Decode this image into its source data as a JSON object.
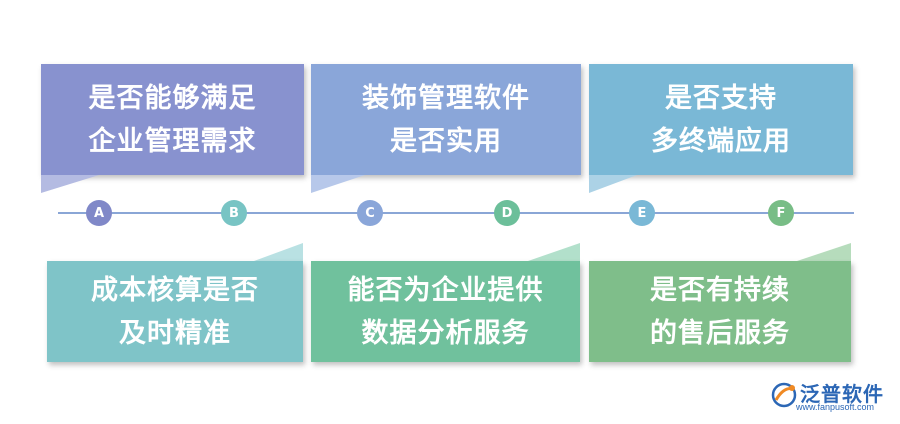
{
  "colors": {
    "purple": "#8892cf",
    "blue": "#8aa6d9",
    "sky": "#7ab8d6",
    "teal": "#7fc4c8",
    "green": "#70c19d",
    "leaf": "#7fbe8a",
    "timeline": "#8aa6d6"
  },
  "top_boxes": [
    {
      "line1": "是否能够满足",
      "line2": "企业管理需求"
    },
    {
      "line1": "装饰管理软件",
      "line2": "是否实用"
    },
    {
      "line1": "是否支持",
      "line2": "多终端应用"
    }
  ],
  "bottom_boxes": [
    {
      "line1": "成本核算是否",
      "line2": "及时精准"
    },
    {
      "line1": "能否为企业提供",
      "line2": "数据分析服务"
    },
    {
      "line1": "是否有持续",
      "line2": "的售后服务"
    }
  ],
  "markers": [
    "A",
    "B",
    "C",
    "D",
    "E",
    "F"
  ],
  "logo": {
    "name": "泛普软件",
    "url": "www.fanpusoft.com",
    "icon": "fanpu-logo-icon"
  }
}
